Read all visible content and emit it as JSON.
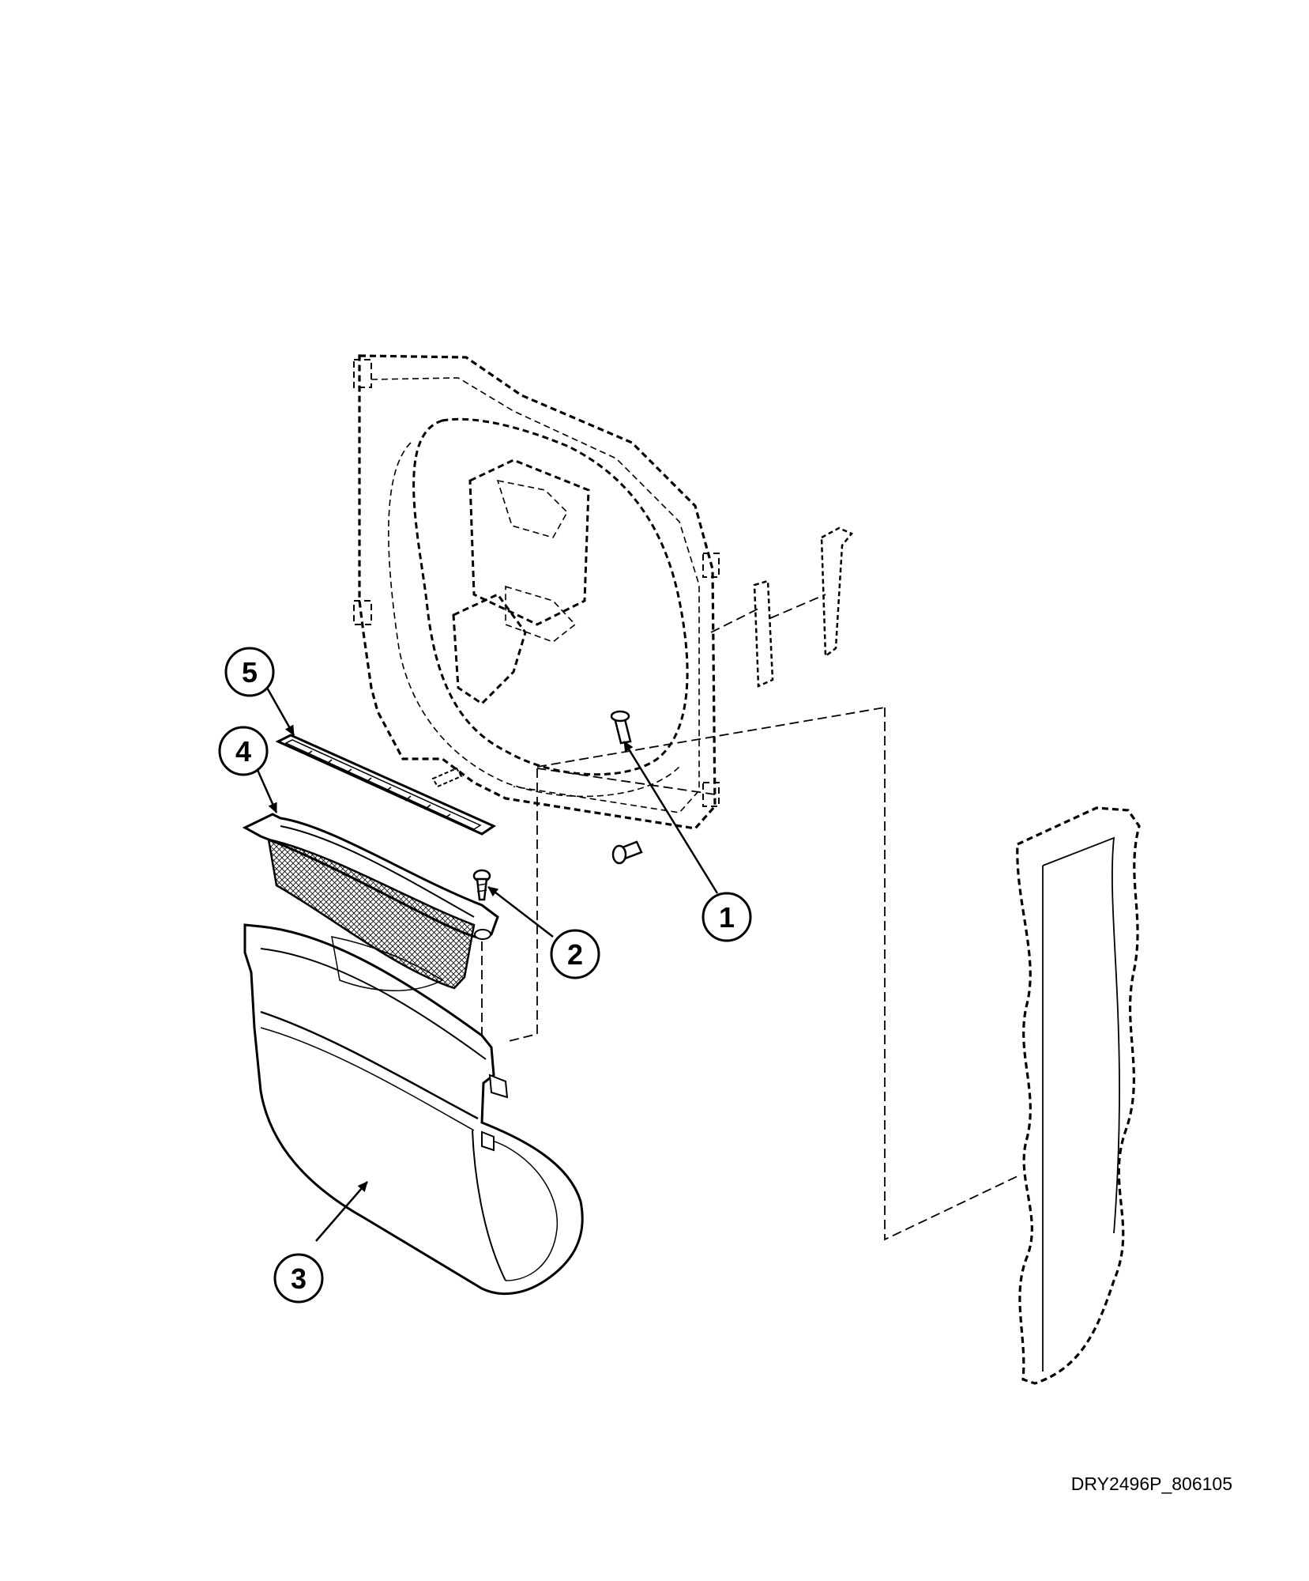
{
  "drawing_id": "DRY2496P_806105",
  "callouts": [
    {
      "id": "1",
      "label": "1",
      "part": "screw"
    },
    {
      "id": "2",
      "label": "2",
      "part": "screw"
    },
    {
      "id": "3",
      "label": "3",
      "part": "lint-filter-duct"
    },
    {
      "id": "4",
      "label": "4",
      "part": "lint-filter"
    },
    {
      "id": "5",
      "label": "5",
      "part": "lint-filter-grille"
    }
  ],
  "colors": {
    "line": "#000000",
    "background": "#ffffff",
    "part_fill": "#ffffff"
  }
}
